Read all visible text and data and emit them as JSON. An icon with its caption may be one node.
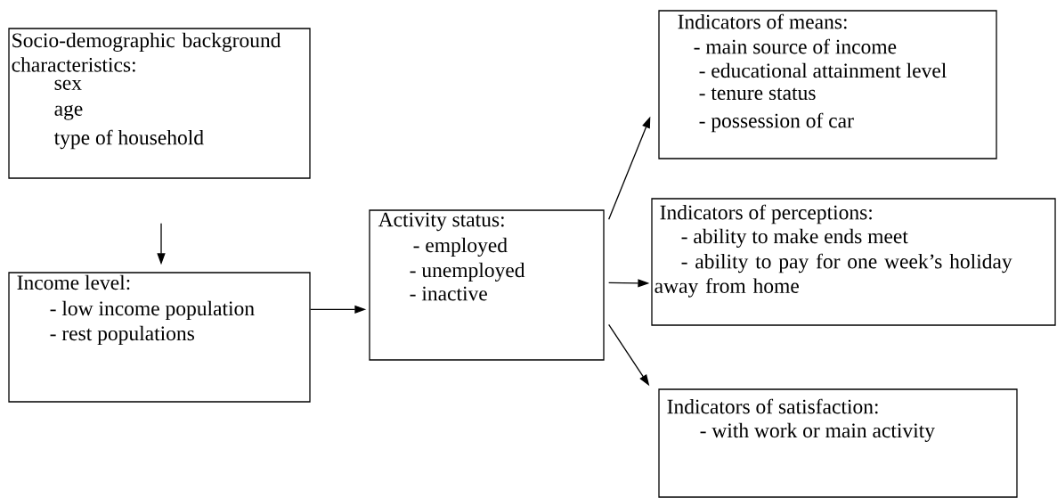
{
  "diagram": {
    "nodes": [
      {
        "text": [
          "Socio-demographic background characteristics:",
          "sex",
          "age",
          "type of household"
        ]
      },
      {
        "text": [
          "Income level:",
          "- low income population",
          "- rest populations"
        ]
      },
      {
        "text": [
          "Activity status:",
          "- employed",
          "- unemployed",
          "- inactive"
        ]
      },
      {
        "text": [
          "Indicators of means:",
          "- main source of income",
          "- educational attainment level",
          "- tenure status",
          "- possession of car"
        ]
      },
      {
        "text": [
          "Indicators of perceptions:",
          "- ability to make ends meet",
          "- ability to pay for one week’s holiday away from home"
        ]
      },
      {
        "text": [
          "Indicators of satisfaction:",
          "- with work or main activity"
        ]
      }
    ],
    "edges": [
      {
        "from": 0,
        "to": 1,
        "arrow": "to"
      },
      {
        "from": 1,
        "to": 2,
        "arrow": "to"
      },
      {
        "from": 2,
        "to": 3,
        "arrow": "to"
      },
      {
        "from": 2,
        "to": 4,
        "arrow": "to"
      },
      {
        "from": 2,
        "to": 5,
        "arrow": "to"
      }
    ]
  }
}
